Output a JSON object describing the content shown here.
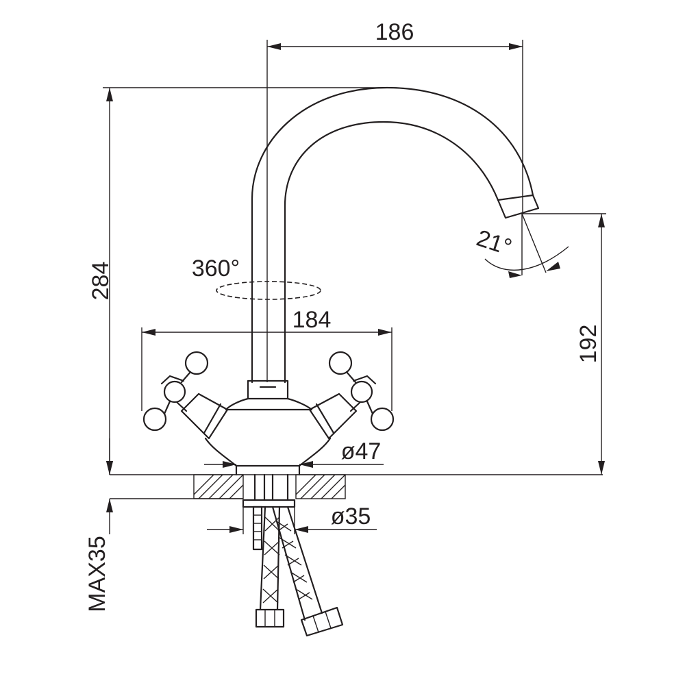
{
  "dimensions": {
    "spout_reach": "186",
    "total_height": "284",
    "swivel": "360°",
    "handle_span": "184",
    "spout_height": "192",
    "spout_angle": "21°",
    "base_diameter": "ø47",
    "shank_diameter": "ø35",
    "max_counter_thickness": "MAX35"
  },
  "colors": {
    "line": "#231f20",
    "background": "#ffffff"
  }
}
